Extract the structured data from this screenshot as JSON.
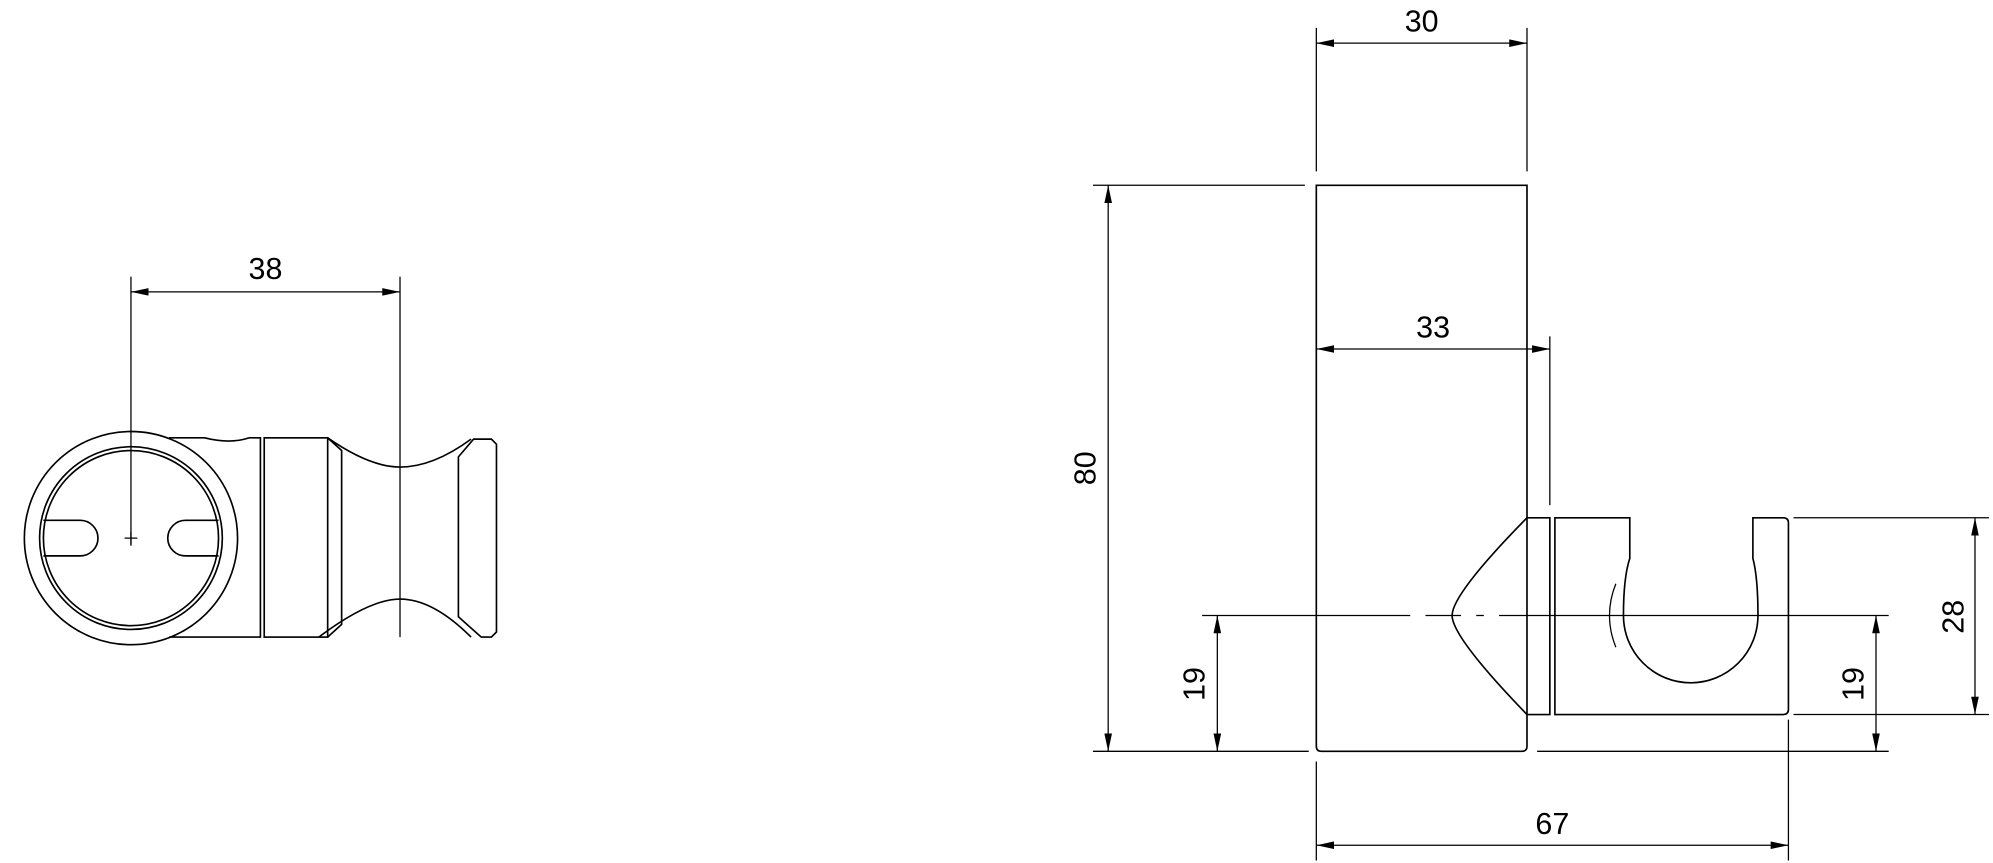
{
  "drawing": {
    "front_view": {
      "dimension_width": "38"
    },
    "side_view": {
      "dimension_column_width": "30",
      "dimension_depth_to_holder": "33",
      "dimension_height": "80",
      "dimension_center_height_left": "19",
      "dimension_holder_height": "28",
      "dimension_center_height_right": "19",
      "dimension_total_depth": "67"
    },
    "line_color": "#000000",
    "background_color": "#ffffff"
  }
}
